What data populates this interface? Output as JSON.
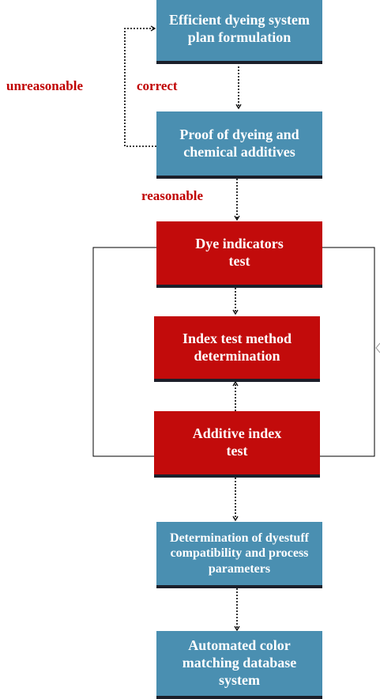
{
  "boxes": {
    "plan": "Efficient dyeing system plan formulation",
    "proof": "Proof of dyeing and chemical additives",
    "dye_test": "Dye indicators test",
    "index_method": "Index test method determination",
    "additive_test": "Additive index test",
    "compat": "Determination of dyestuff compatibility and process parameters",
    "database": "Automated color matching database system"
  },
  "labels": {
    "unreasonable": "unreasonable",
    "correct": "correct",
    "reasonable": "reasonable"
  },
  "colors": {
    "blue_box": "#4a8fb1",
    "red_box": "#c20b0b",
    "label_red": "#c00000"
  }
}
